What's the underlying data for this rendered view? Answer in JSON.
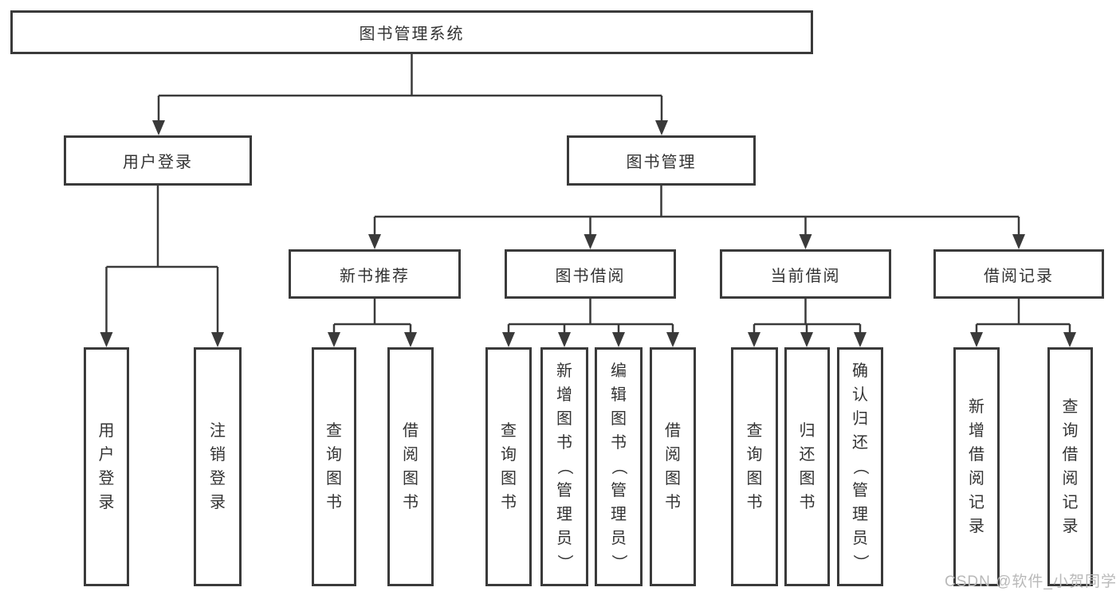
{
  "watermark": "CSDN @软件_小贺同学",
  "colors": {
    "line": "#3a3a3a",
    "box_border": "#3a3a3a",
    "box_fill": "#ffffff",
    "text": "#333333",
    "watermark": "#b9b9b9"
  },
  "tree": {
    "label": "图书管理系统",
    "children": [
      {
        "label": "用户登录",
        "children": [
          {
            "label": "用户登录"
          },
          {
            "label": "注销登录"
          }
        ]
      },
      {
        "label": "图书管理",
        "children": [
          {
            "label": "新书推荐",
            "children": [
              {
                "label": "查询图书"
              },
              {
                "label": "借阅图书"
              }
            ]
          },
          {
            "label": "图书借阅",
            "children": [
              {
                "label": "查询图书"
              },
              {
                "label": "新增图书（管理员）"
              },
              {
                "label": "编辑图书（管理员）"
              },
              {
                "label": "借阅图书"
              }
            ]
          },
          {
            "label": "当前借阅",
            "children": [
              {
                "label": "查询图书"
              },
              {
                "label": "归还图书"
              },
              {
                "label": "确认归还（管理员）"
              }
            ]
          },
          {
            "label": "借阅记录",
            "children": [
              {
                "label": "新增借阅记录"
              },
              {
                "label": "查询借阅记录"
              }
            ]
          }
        ]
      }
    ]
  }
}
